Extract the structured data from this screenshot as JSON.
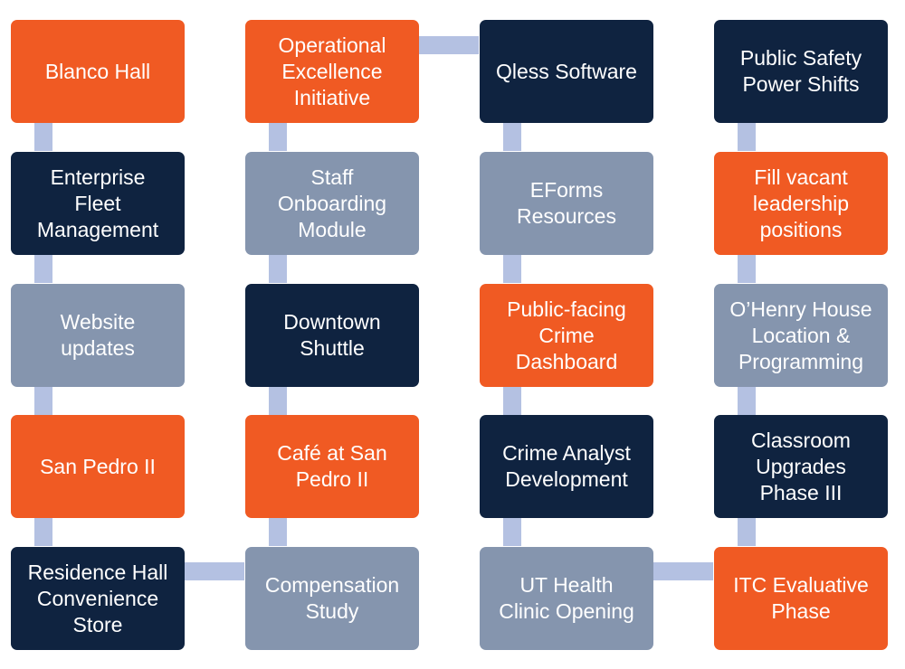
{
  "colors": {
    "orange": "#f05a23",
    "navy": "#0f2340",
    "gray": "#8595ae",
    "connector": "#b4c1e2"
  },
  "diagram": {
    "columns": [
      {
        "items": [
          {
            "label": "Blanco Hall",
            "color": "orange"
          },
          {
            "label": "Enterprise\nFleet\nManagement",
            "color": "navy"
          },
          {
            "label": "Website\nupdates",
            "color": "gray"
          },
          {
            "label": "San Pedro II",
            "color": "orange"
          },
          {
            "label": "Residence Hall\nConvenience\nStore",
            "color": "navy"
          }
        ]
      },
      {
        "items": [
          {
            "label": "Operational\nExcellence\nInitiative",
            "color": "orange"
          },
          {
            "label": "Staff\nOnboarding\nModule",
            "color": "gray"
          },
          {
            "label": "Downtown\nShuttle",
            "color": "navy"
          },
          {
            "label": "Café at San\nPedro II",
            "color": "orange"
          },
          {
            "label": "Compensation\nStudy",
            "color": "gray"
          }
        ]
      },
      {
        "items": [
          {
            "label": "Qless Software",
            "color": "navy"
          },
          {
            "label": "EForms\nResources",
            "color": "gray"
          },
          {
            "label": "Public-facing\nCrime\nDashboard",
            "color": "orange"
          },
          {
            "label": "Crime Analyst\nDevelopment",
            "color": "navy"
          },
          {
            "label": "UT Health\nClinic Opening",
            "color": "gray"
          }
        ]
      },
      {
        "items": [
          {
            "label": "Public Safety\nPower Shifts",
            "color": "navy"
          },
          {
            "label": "Fill vacant\nleadership\npositions",
            "color": "orange"
          },
          {
            "label": "O’Henry House\nLocation &\nProgramming",
            "color": "gray"
          },
          {
            "label": "Classroom\nUpgrades\nPhase III",
            "color": "navy"
          },
          {
            "label": "ITC Evaluative\nPhase",
            "color": "orange"
          }
        ]
      }
    ]
  }
}
